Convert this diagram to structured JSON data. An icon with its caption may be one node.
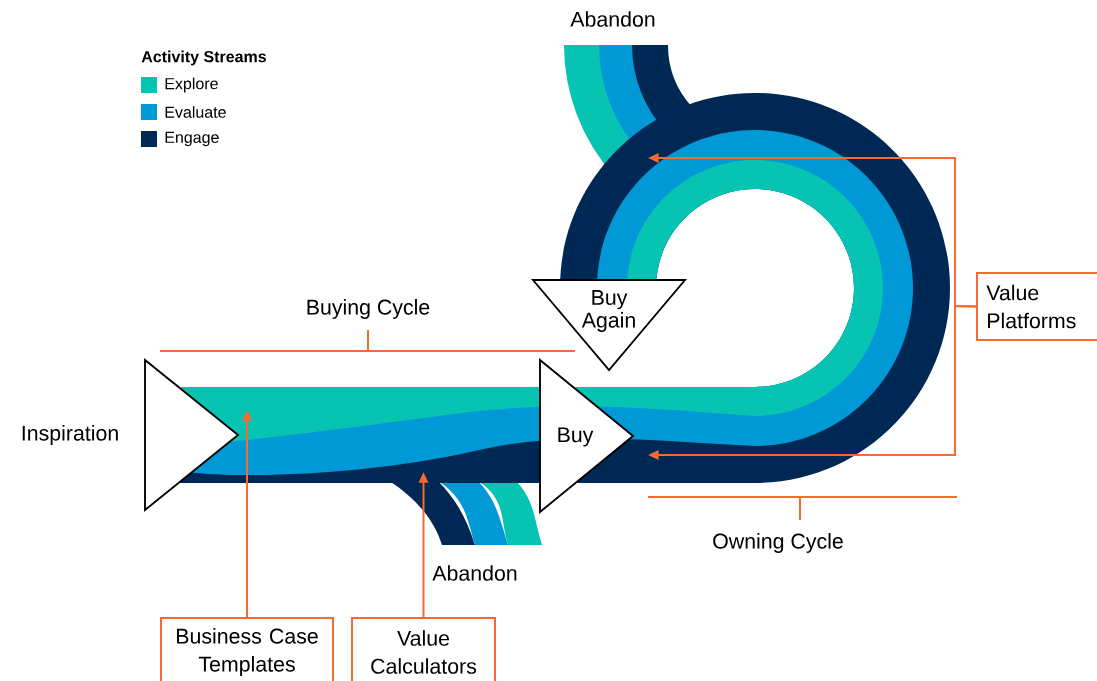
{
  "diagram": {
    "nodes": [
      {
        "text": [],
        "shape": "triangle",
        "beside": [
          "Inspiration"
        ]
      },
      {
        "text": [
          "Buy Again"
        ]
      },
      {
        "text": [
          "Buy"
        ]
      },
      {
        "text": [
          "Business Case Templates"
        ]
      },
      {
        "text": [
          "Value Calculators"
        ]
      },
      {
        "text": [
          "Value Platforms"
        ]
      }
    ],
    "edges": [
      {
        "from": 3,
        "to": null,
        "arrow": "to"
      },
      {
        "from": 4,
        "to": null,
        "arrow": "to"
      },
      {
        "from": 5,
        "to": null,
        "arrow": "to"
      },
      {
        "from": 5,
        "to": null,
        "arrow": "to"
      }
    ],
    "labels": [
      "Activity Streams",
      "Abandon",
      "Buying Cycle",
      "Owning Cycle",
      "Abandon"
    ],
    "legend": [
      {
        "text": "Explore",
        "color": "#07c3b2"
      },
      {
        "text": "Evaluate",
        "color": "#0099d6"
      },
      {
        "text": "Engage",
        "color": "#002855"
      }
    ]
  }
}
